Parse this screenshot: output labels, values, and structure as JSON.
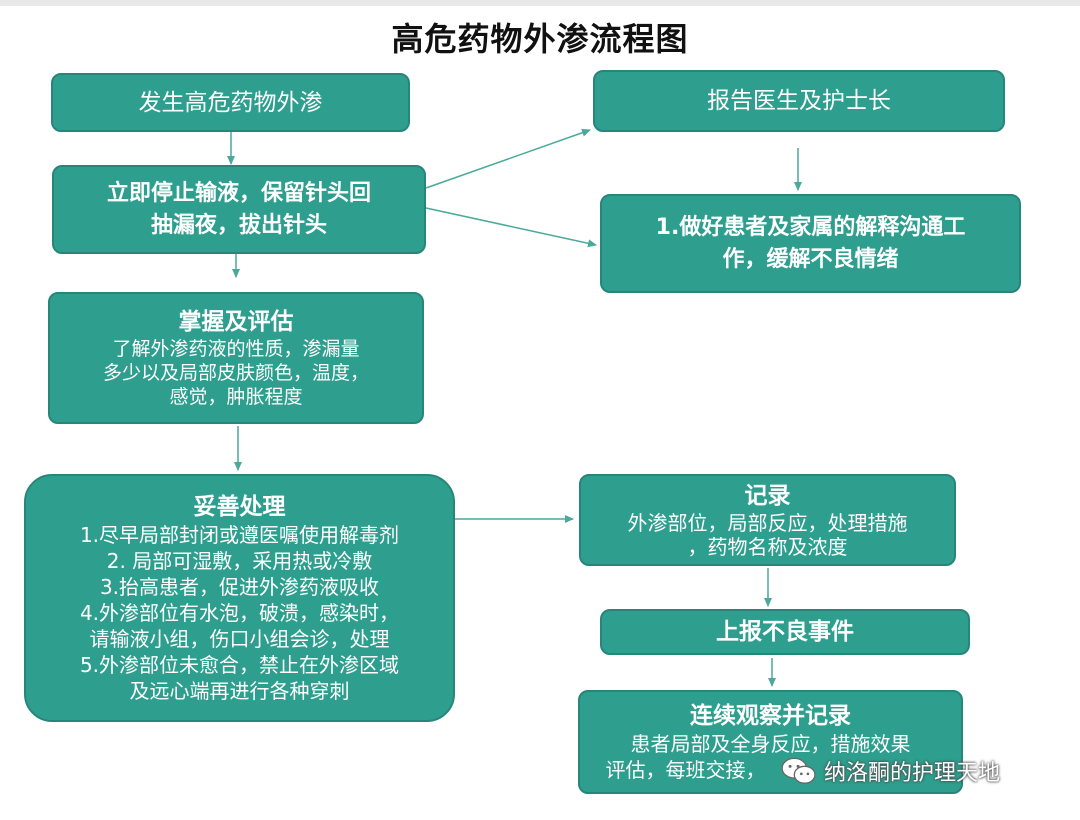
{
  "title": "高危药物外渗流程图",
  "boxes": {
    "occur": "发生高危药物外渗",
    "stop": [
      "立即停止输液，保留针头回",
      "抽漏夜，拔出针头"
    ],
    "report": "报告医生及护士长",
    "communicate": [
      "1.做好患者及家属的解释沟通工",
      "作，缓解不良情绪"
    ],
    "assess": {
      "head": "掌握及评估",
      "lines": [
        "了解外渗药液的性质，渗漏量",
        "多少以及局部皮肤颜色，温度，",
        "感觉，肿胀程度"
      ]
    },
    "handle": {
      "head": "妥善处理",
      "lines": [
        "1.尽早局部封闭或遵医嘱使用解毒剂",
        "2.  局部可湿敷，采用热或冷敷",
        "3.抬高患者，促进外渗药液吸收",
        "4.外渗部位有水泡，破溃，感染时，",
        "请输液小组，伤口小组会诊，处理",
        "5.外渗部位未愈合，禁止在外渗区域",
        "及远心端再进行各种穿刺"
      ]
    },
    "record": {
      "head": "记录",
      "lines": [
        "外渗部位，局部反应，处理措施",
        "，药物名称及浓度"
      ]
    },
    "escalate": "上报不良事件",
    "observe": {
      "head": "连续观察并记录",
      "lines": [
        "患者局部及全身反应，措施效果",
        "评估，每班交接，"
      ]
    }
  },
  "watermark": "纳洛酮的护理天地",
  "colors": {
    "box_fill": "#2e9f8e",
    "box_border": "#27867a",
    "arrow": "#4aa99b",
    "text": "#ffffff"
  }
}
